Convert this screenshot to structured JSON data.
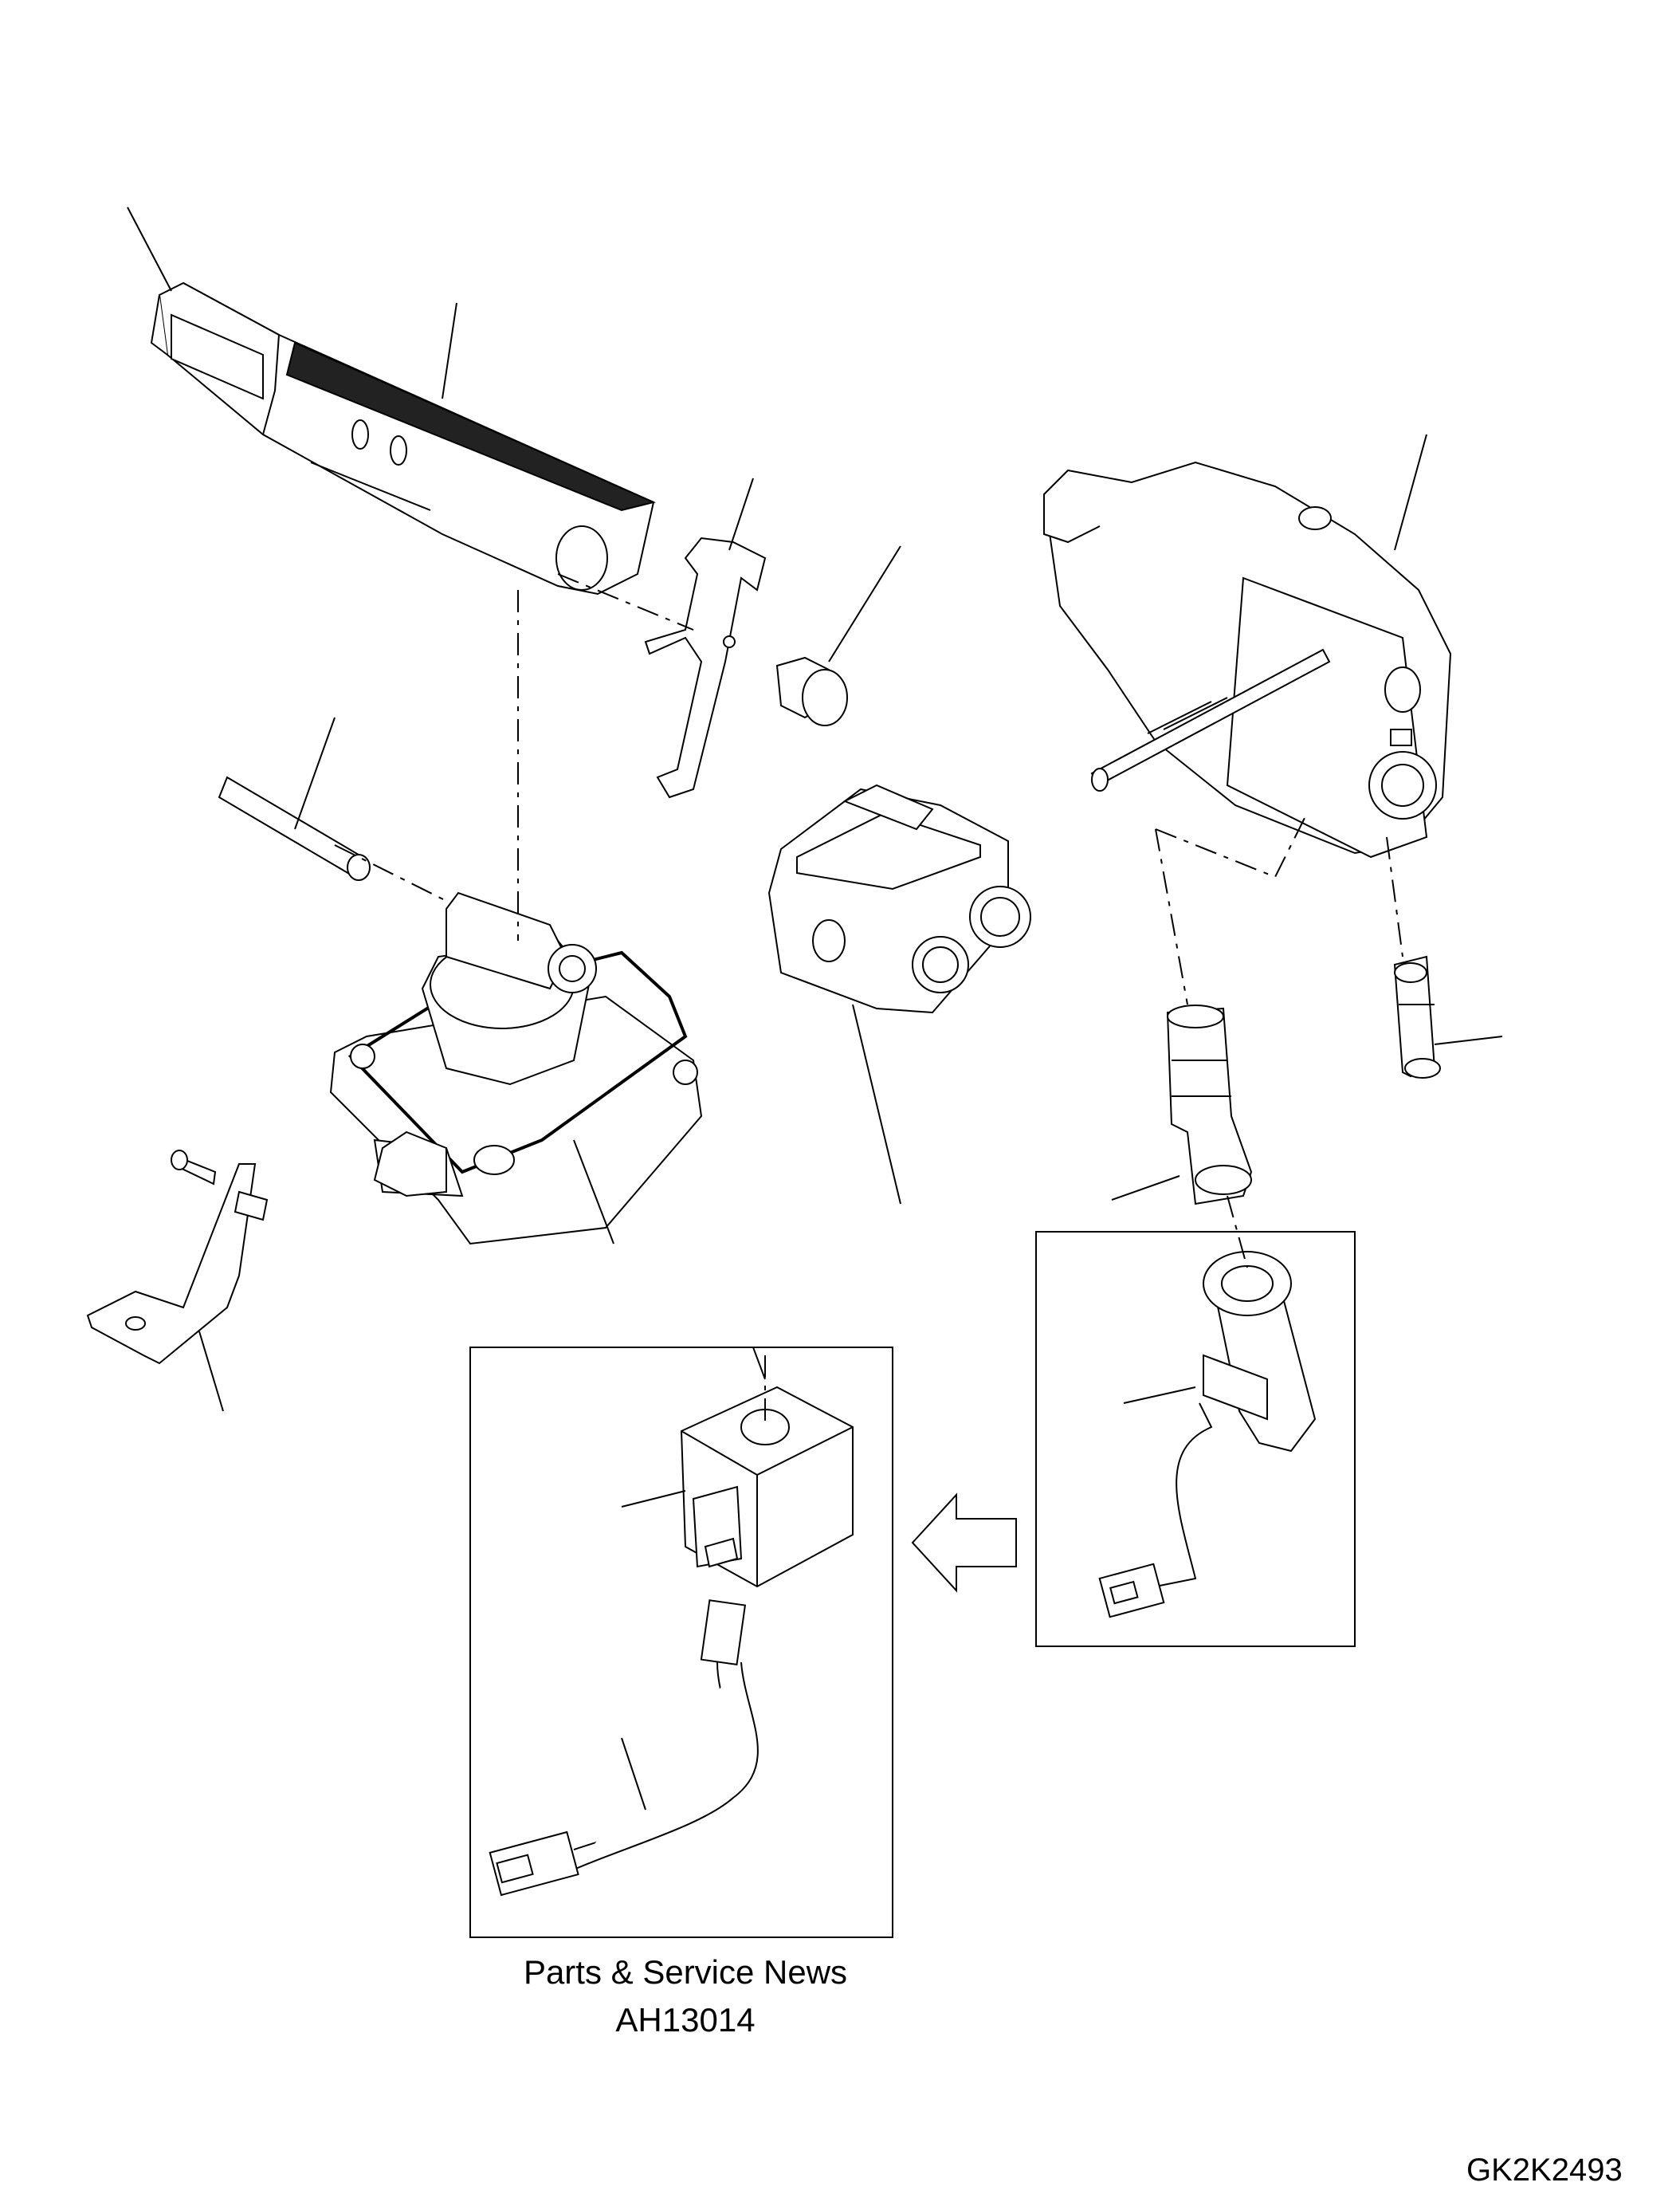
{
  "inset": {
    "title": "Parts & Service News",
    "code": "AH13014"
  },
  "figure_code": "GK2K2493"
}
